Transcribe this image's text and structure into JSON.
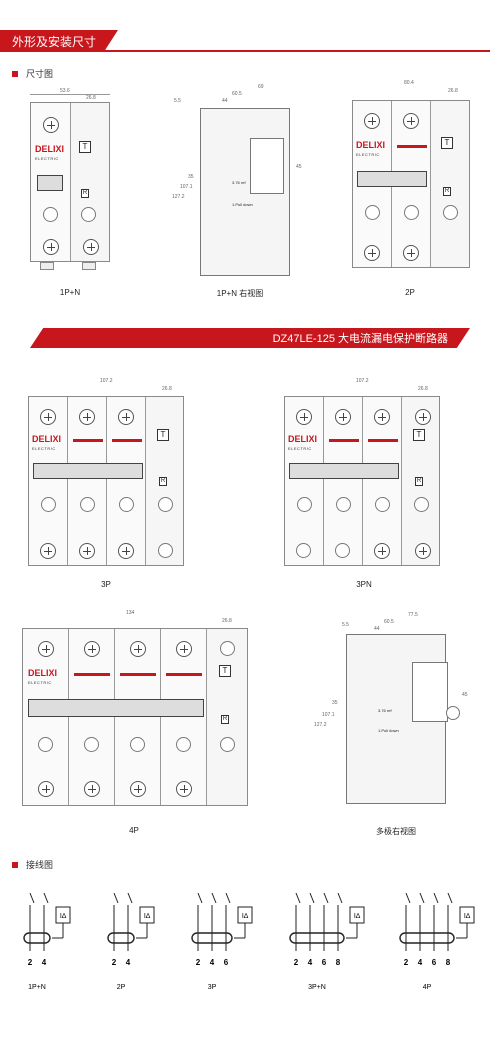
{
  "header": {
    "title": "外形及安装尺寸"
  },
  "section1": {
    "label": "尺寸图"
  },
  "section2": {
    "label": "接线图"
  },
  "product_banner": {
    "title": "DZ47LE-125  大电流漏电保护断路器"
  },
  "brand": {
    "logo": "DELIXI",
    "sub": "ELECTRIC"
  },
  "colors": {
    "accent": "#c8161d"
  },
  "buttons": {
    "test": "T",
    "reset": "R"
  },
  "captions": {
    "c1": "1P+N",
    "c2": "1P+N  右视图",
    "c3": "2P",
    "c4": "3P",
    "c5": "3PN",
    "c6": "4P",
    "c7": "多极右视图"
  },
  "dimensions": {
    "d1_w": "53.6",
    "d1_m": "26.8",
    "d2_w": "69",
    "d2_a": "60.5",
    "d2_b": "44",
    "d2_c": "5.5",
    "d2_h1": "127.2",
    "d2_h2": "107.1",
    "d2_h3": "35",
    "d2_h4": "45",
    "d3_w": "80.4",
    "d3_m": "26.8",
    "d4_w": "107.2",
    "d4_m": "26.8",
    "d5_w": "107.2",
    "d5_m": "26.8",
    "d6_w": "134",
    "d6_m": "26.8",
    "d7_w": "77.5",
    "d7_a": "60.5",
    "d7_b": "44",
    "d7_c": "5.5",
    "d7_h1": "127.2",
    "d7_h2": "107.1",
    "d7_h3": "35",
    "d7_h4": "45"
  },
  "side_text": {
    "rating": "3.76 ref",
    "pull": "1.Pull down"
  },
  "wiring": [
    {
      "caption": "1P+N",
      "terminals": [
        "2",
        "4"
      ]
    },
    {
      "caption": "2P",
      "terminals": [
        "2",
        "4"
      ]
    },
    {
      "caption": "3P",
      "terminals": [
        "2",
        "4",
        "6"
      ]
    },
    {
      "caption": "3P+N",
      "terminals": [
        "2",
        "4",
        "6",
        "8"
      ]
    },
    {
      "caption": "4P",
      "terminals": [
        "2",
        "4",
        "6",
        "8"
      ]
    }
  ],
  "wiring_symbol": "I∆"
}
